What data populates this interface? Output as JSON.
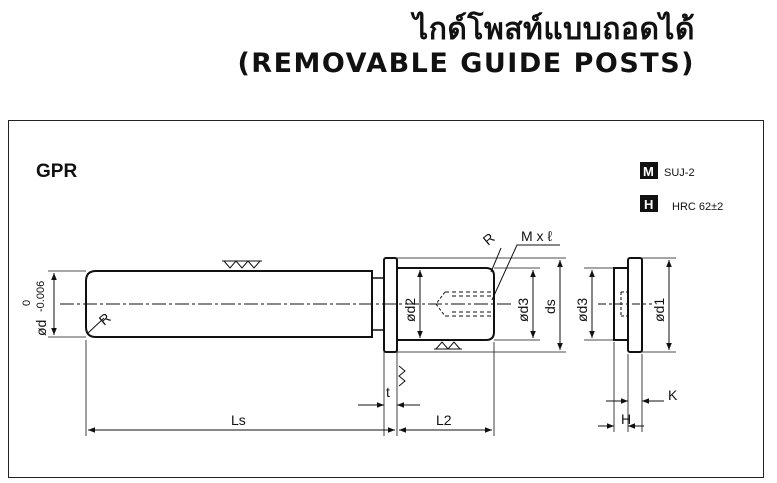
{
  "header": {
    "title_thai": "ไกด์โพสท์แบบถอดได้",
    "title_english": "(REMOVABLE GUIDE POSTS)"
  },
  "drawing": {
    "product_code": "GPR",
    "material": {
      "badge": "M",
      "value": "SUJ-2"
    },
    "hardness": {
      "badge": "H",
      "value": "HRC 62±2"
    },
    "dimensions": {
      "d_main": "ød",
      "d_tol_upper": "0",
      "d_tol_lower": "-0.006",
      "d2": "ød2",
      "d3": "ød3",
      "ds": "ds",
      "d3_side": "ød3",
      "d1": "ød1",
      "radius_left": "R",
      "radius_right": "R",
      "thread": "M x ℓ",
      "t": "t",
      "Ls": "Ls",
      "L2": "L2",
      "H": "H",
      "K": "K"
    }
  }
}
